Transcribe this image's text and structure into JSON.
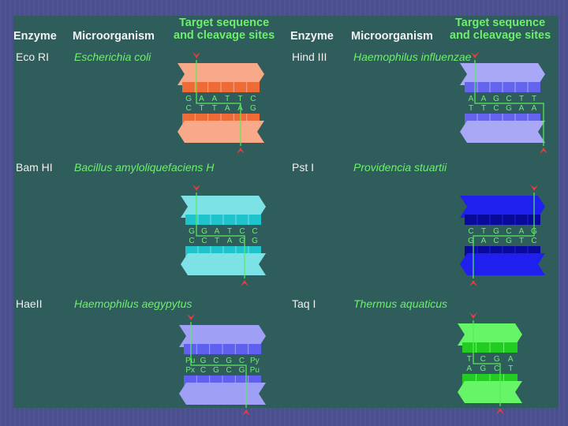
{
  "headers": {
    "left": {
      "enzyme": "Enzyme",
      "microorganism": "Microorganism",
      "target_line1": "Target sequence",
      "target_line2": "and cleavage sites"
    },
    "right": {
      "enzyme": "Enzyme",
      "microorganism": "Microorganism",
      "target_line1": "Target sequence",
      "target_line2": "and cleavage sites"
    }
  },
  "entries": [
    {
      "enzyme": "Eco RI",
      "organism": "Escherichia coli",
      "top_seq": [
        "G",
        "A",
        "A",
        "T",
        "T",
        "C"
      ],
      "bottom_seq": [
        "C",
        "T",
        "T",
        "A",
        "A",
        "G"
      ],
      "colors": {
        "strand": "#f7a98a",
        "bar": "#ee6a36"
      }
    },
    {
      "enzyme": "Bam HI",
      "organism": "Bacillus amyloliquefaciens H",
      "top_seq": [
        "G",
        "G",
        "A",
        "T",
        "C",
        "C"
      ],
      "bottom_seq": [
        "C",
        "C",
        "T",
        "A",
        "G",
        "G"
      ],
      "colors": {
        "strand": "#7de2e6",
        "bar": "#1fc3cc"
      }
    },
    {
      "enzyme": "HaeII",
      "organism": "Haemophilus aegypytus",
      "top_seq": [
        "Pu",
        "G",
        "C",
        "G",
        "C",
        "Py"
      ],
      "bottom_seq": [
        "Px",
        "C",
        "G",
        "C",
        "G",
        "Pu"
      ],
      "colors": {
        "strand": "#9fa0f5",
        "bar": "#5f5ff0"
      }
    },
    {
      "enzyme": "Hind III",
      "organism": "Haemophilus influenzae",
      "top_seq": [
        "A",
        "A",
        "G",
        "C",
        "T",
        "T"
      ],
      "bottom_seq": [
        "T",
        "T",
        "C",
        "G",
        "A",
        "A"
      ],
      "colors": {
        "strand": "#a8a8f6",
        "bar": "#6464ef"
      }
    },
    {
      "enzyme": "Pst I",
      "organism": "Providencia stuartii",
      "top_seq": [
        "C",
        "T",
        "G",
        "C",
        "A",
        "G"
      ],
      "bottom_seq": [
        "G",
        "A",
        "C",
        "G",
        "T",
        "C"
      ],
      "colors": {
        "strand": "#2020ee",
        "bar": "#0a0a9a"
      }
    },
    {
      "enzyme": "Taq I",
      "organism": "Thermus aquaticus",
      "top_seq": [
        "T",
        "C",
        "G",
        "A"
      ],
      "bottom_seq": [
        "A",
        "G",
        "C",
        "T"
      ],
      "colors": {
        "strand": "#66f566",
        "bar": "#22cc22"
      }
    }
  ],
  "colors": {
    "panel": "#2f5d5b",
    "background": "#4a4f8e",
    "cut_line": "#55ee55",
    "arrow": "#ee3b3b"
  }
}
